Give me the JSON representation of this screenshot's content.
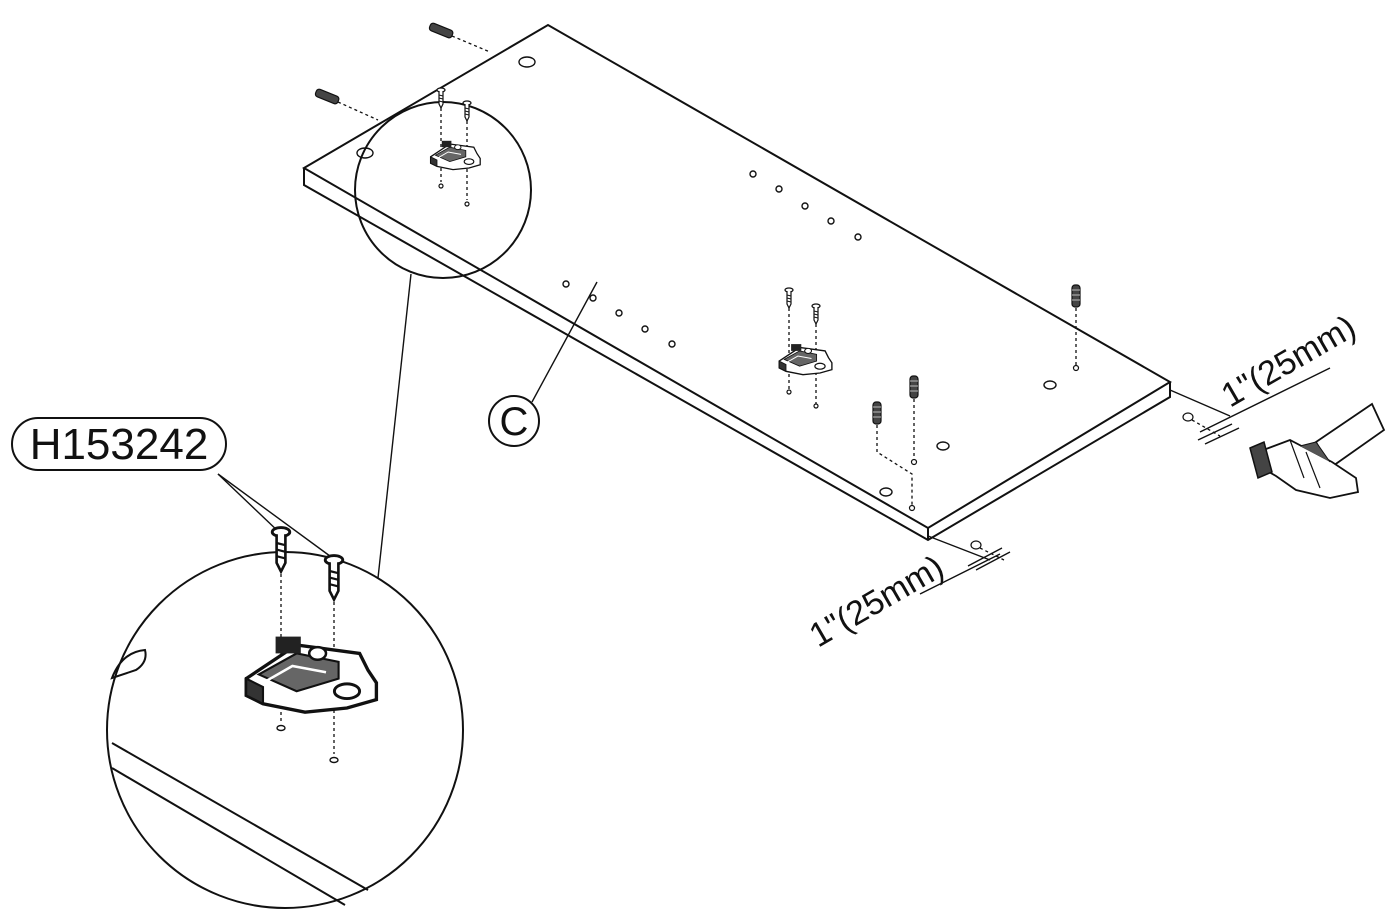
{
  "part_code": "H153242",
  "panel_label": "C",
  "dimension_right": "1\"(25mm)",
  "dimension_bottom": "1\"(25mm)"
}
